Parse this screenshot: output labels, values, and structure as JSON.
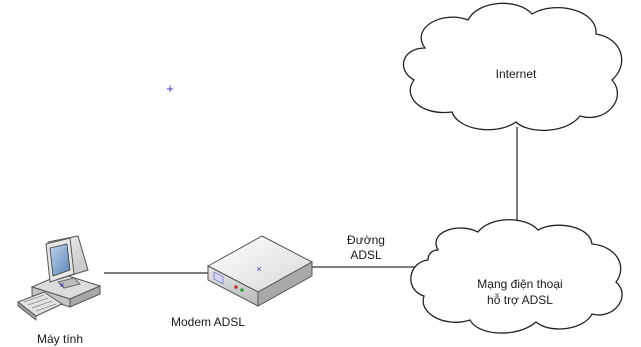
{
  "diagram": {
    "nodes": {
      "computer": {
        "label": "Máy tính"
      },
      "modem": {
        "label": "Modem ADSL"
      },
      "internet": {
        "label": "Internet"
      },
      "phone_network": {
        "label_line1": "Mạng điện thoại",
        "label_line2": "hỗ trợ ADSL"
      }
    },
    "edges": {
      "adsl_line": {
        "label_line1": "Đường",
        "label_line2": "ADSL"
      }
    },
    "colors": {
      "line": "#333333",
      "marker": "#3030c8"
    }
  }
}
